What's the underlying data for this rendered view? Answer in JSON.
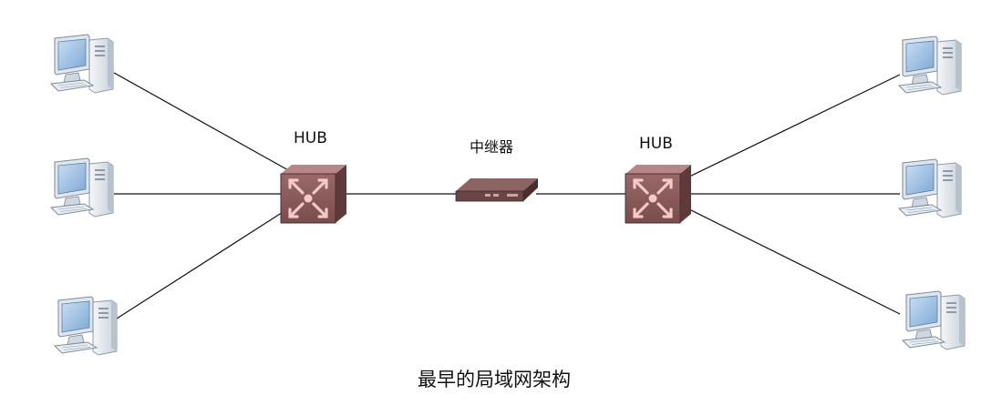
{
  "diagram": {
    "left_hub_label": "HUB",
    "right_hub_label": "HUB",
    "repeater_label": "中继器",
    "caption": "最早的局域网架构"
  },
  "colors": {
    "link_line": "#111111",
    "hub_body": "#8a5a5a",
    "hub_arrows": "#f3c9c9",
    "repeater_body": "#6b4747",
    "computer_screen": "#9fc3e6",
    "computer_case": "#e6ebf1"
  },
  "icons": {
    "hub": "hub-icon",
    "repeater": "repeater-icon",
    "computer": "computer-icon"
  }
}
